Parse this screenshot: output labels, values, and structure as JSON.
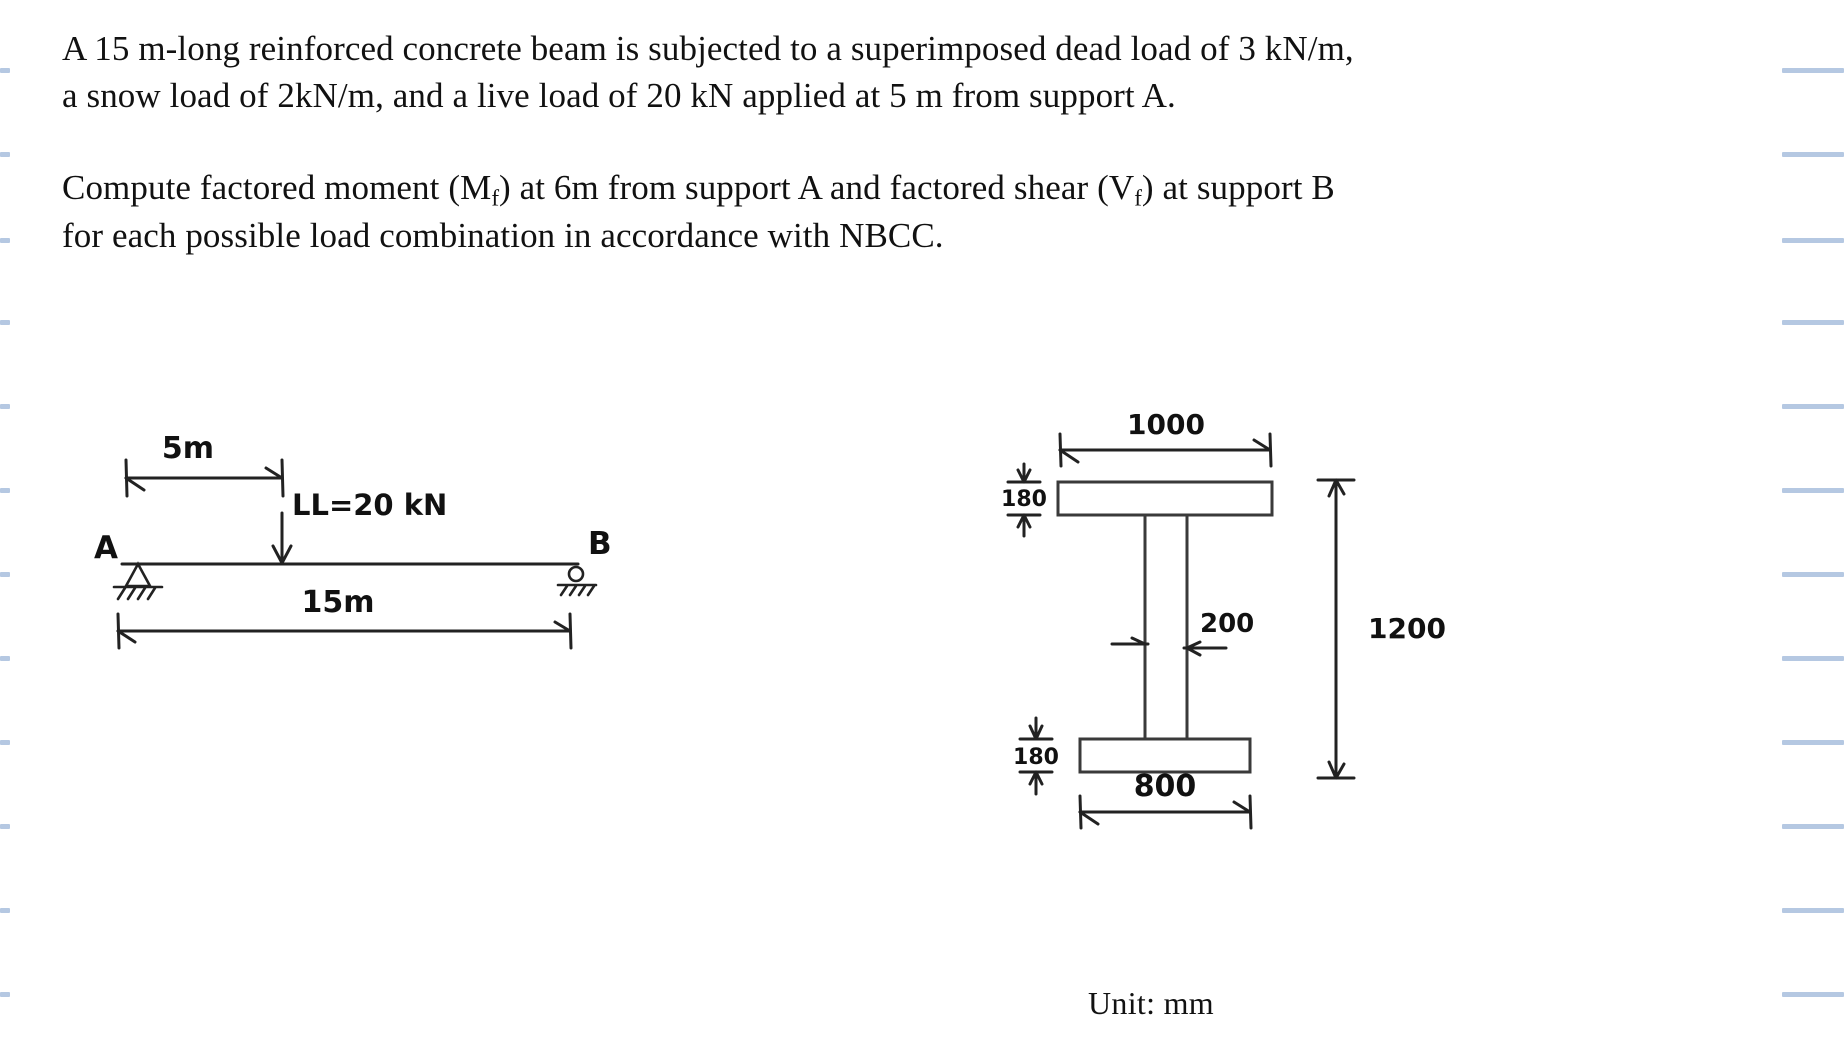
{
  "page": {
    "background_color": "#ffffff",
    "rule_color": "#a8bedd",
    "ink_color": "#111111",
    "rule_y_positions": [
      68,
      152,
      238,
      320,
      404,
      488,
      572,
      656,
      740,
      824,
      908,
      992
    ]
  },
  "problem": {
    "paragraph_1_line_1": "A 15 m-long reinforced concrete beam is subjected to a superimposed dead load of 3 kN/m,",
    "paragraph_1_line_2": "a snow load of 2kN/m, and a live load of 20 kN applied at 5 m from support A.",
    "paragraph_2_part_1": "Compute factored moment (M",
    "paragraph_2_sub_1": "f",
    "paragraph_2_part_2": ") at 6m from support A and factored shear (V",
    "paragraph_2_sub_2": "f",
    "paragraph_2_part_3": ") at support B",
    "paragraph_2_line_2": "for each possible load combination in accordance with NBCC."
  },
  "beam_figure": {
    "name": "simply-supported-beam-diagram",
    "top_dimension_label": "5m",
    "point_load_label": "LL=20 kN",
    "support_a_label": "A",
    "support_b_label": "B",
    "span_dimension_label": "15m",
    "support_a_type": "pinned",
    "support_b_type": "roller",
    "span_m": 15,
    "load_position_m": 5,
    "point_load_kN": 20
  },
  "section_figure": {
    "name": "i-beam-cross-section",
    "top_flange_width": "1000",
    "top_flange_thickness": "180",
    "web_thickness": "200",
    "overall_depth": "1200",
    "bottom_flange_width": "800",
    "bottom_flange_thickness": "180",
    "unit_caption": "Unit: mm"
  }
}
